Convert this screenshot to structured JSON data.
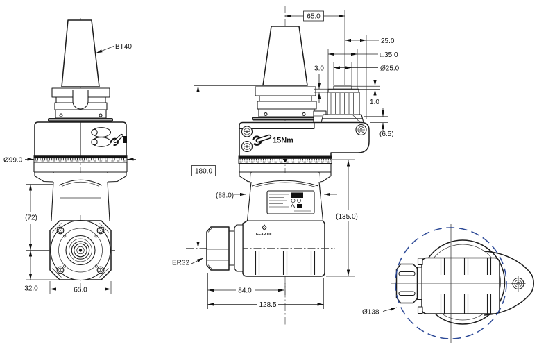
{
  "drawing": {
    "colors": {
      "line": "#1c1c1c",
      "reference_circle": "#2e4d9b"
    },
    "front_view": {
      "taper_label": "BT40",
      "body_diameter": "Ø99.0",
      "neck_height": "(72)",
      "center_offset": "32.0",
      "head_width": "65.0"
    },
    "side_view": {
      "port_offset": "65.0",
      "edge_offset": "25.0",
      "cap_square": "□35.0",
      "cap_diameter": "Ø25.0",
      "cap_step": "3.0",
      "disc_step": "1.0",
      "flange_gap": "(6.5)",
      "torque": "15Nm",
      "gauge_height": "180.0",
      "neck_width": "(88.0)",
      "body_height": "(135.0)",
      "collet_label": "ER32",
      "nut_to_center": "84.0",
      "overall_length": "128.5",
      "oil_label": "GEAR OIL"
    },
    "bottom_view": {
      "swing_diameter": "Ø138"
    }
  }
}
